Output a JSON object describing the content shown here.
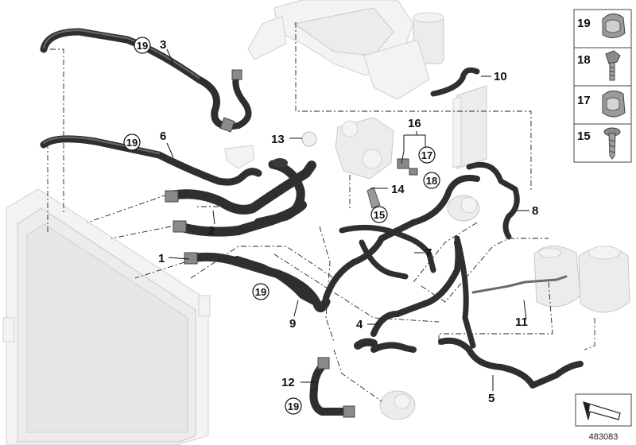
{
  "callouts": {
    "c1": "1",
    "c2": "2",
    "c3": "3",
    "c4": "4",
    "c5": "5",
    "c6": "6",
    "c7": "7",
    "c8": "8",
    "c9": "9",
    "c10": "10",
    "c11": "11",
    "c12": "12",
    "c13": "13",
    "c14": "14",
    "c15": "15",
    "c16": "16",
    "c17": "17",
    "c18": "18",
    "c19a": "19",
    "c19b": "19",
    "c19c": "19",
    "c19d": "19"
  },
  "legend": [
    {
      "number": "19",
      "icon": "hose-clamp-icon"
    },
    {
      "number": "18",
      "icon": "screw-icon"
    },
    {
      "number": "17",
      "icon": "hose-clamp-icon"
    },
    {
      "number": "15",
      "icon": "screw-icon"
    }
  ],
  "reference": {
    "diagram_number": "483083",
    "icon": "direction-arrow-icon"
  },
  "colors": {
    "hose": "#2f2f2f",
    "component_ghost": "#ececec",
    "leader_line": "#111111"
  }
}
